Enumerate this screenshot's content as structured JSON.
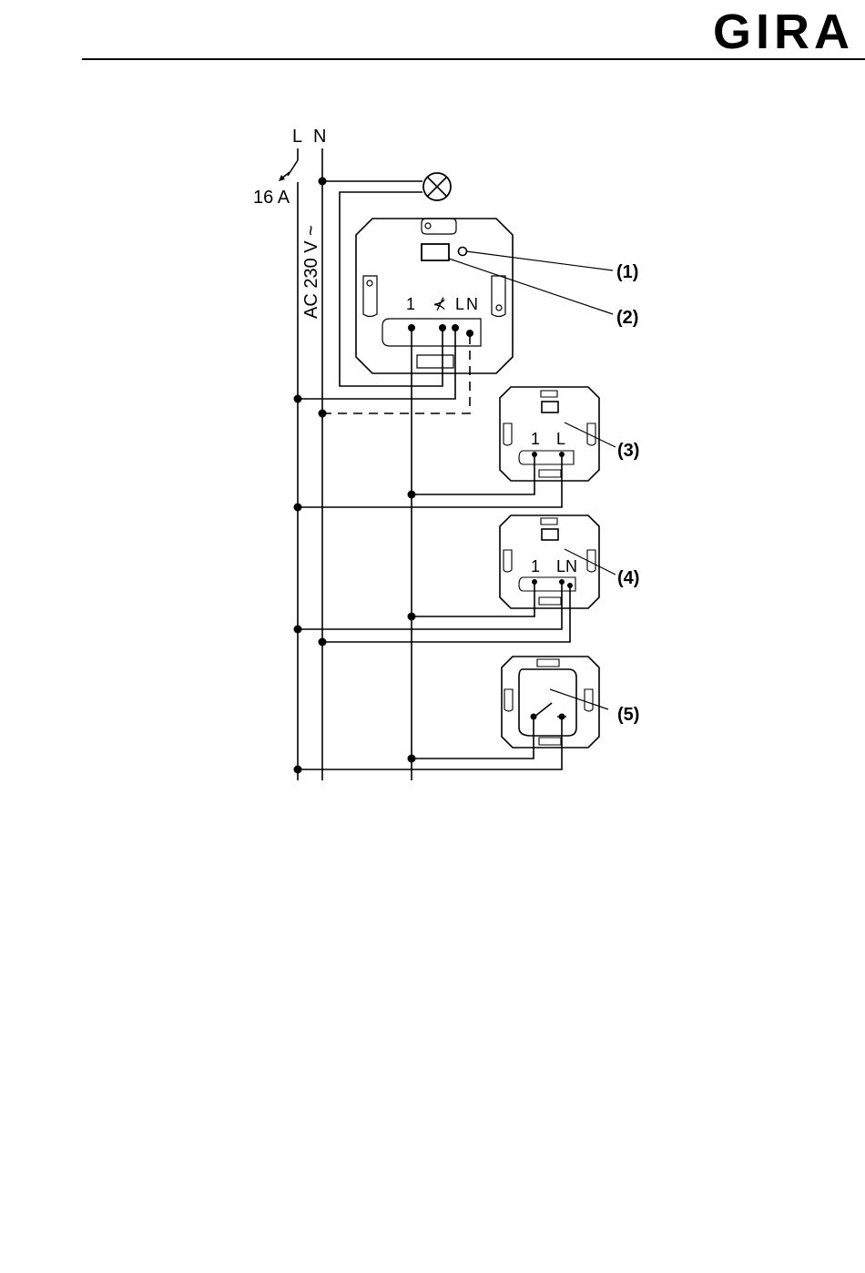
{
  "header": {
    "brand": "GIRA"
  },
  "diagram": {
    "conductor_labels": {
      "L": "L",
      "N": "N"
    },
    "fuse": "16 A",
    "supply": "AC 230 V ~",
    "terminals": {
      "main": {
        "t1": "1",
        "dimmed": "⊀",
        "L": "L",
        "N": "N"
      },
      "ext3": {
        "t1": "1",
        "L": "L"
      },
      "ext4": {
        "t1": "1",
        "LN": "LN"
      }
    },
    "callouts": [
      "(1)",
      "(2)",
      "(3)",
      "(4)",
      "(5)"
    ]
  }
}
